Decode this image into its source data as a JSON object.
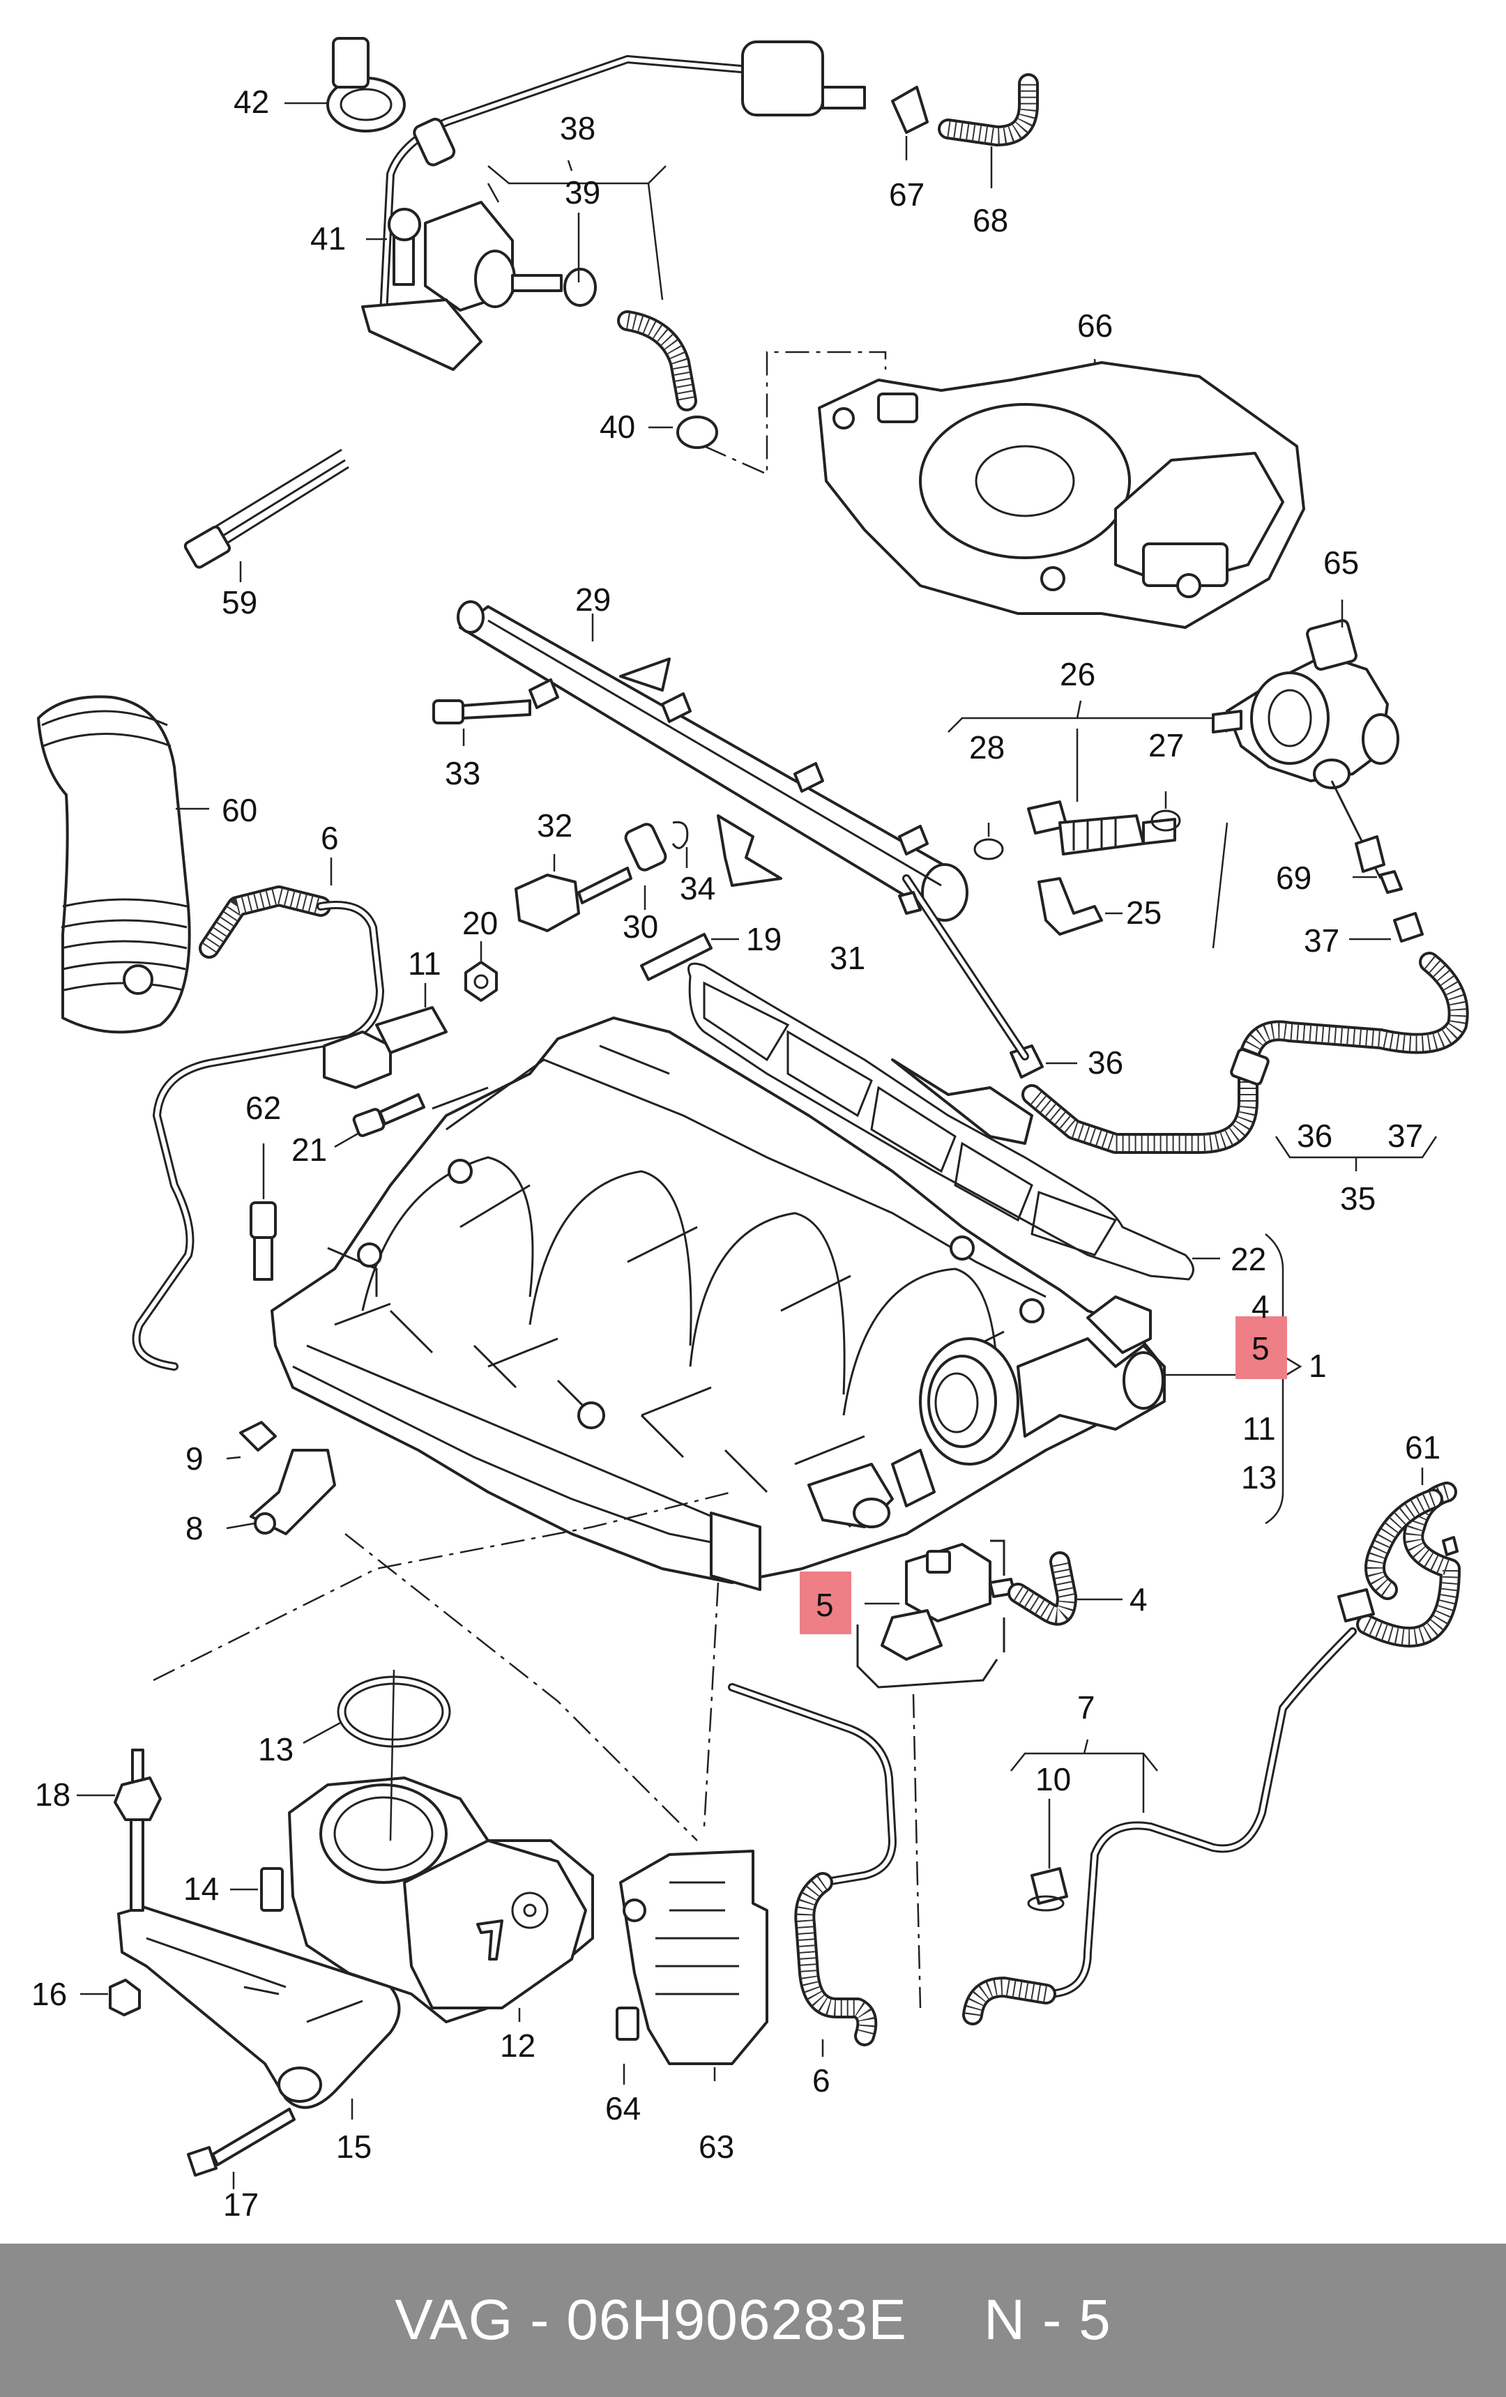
{
  "footer": {
    "text": "VAG - 06H906283E",
    "page": "N - 5"
  },
  "callouts": [
    {
      "id": "c42",
      "text": "42"
    },
    {
      "id": "c38",
      "text": "38"
    },
    {
      "id": "c39",
      "text": "39"
    },
    {
      "id": "c41",
      "text": "41"
    },
    {
      "id": "c40",
      "text": "40"
    },
    {
      "id": "c67",
      "text": "67"
    },
    {
      "id": "c68",
      "text": "68"
    },
    {
      "id": "c66",
      "text": "66"
    },
    {
      "id": "c59",
      "text": "59"
    },
    {
      "id": "c29",
      "text": "29"
    },
    {
      "id": "c65",
      "text": "65"
    },
    {
      "id": "c26",
      "text": "26"
    },
    {
      "id": "c28",
      "text": "28"
    },
    {
      "id": "c27",
      "text": "27"
    },
    {
      "id": "c33",
      "text": "33"
    },
    {
      "id": "c60",
      "text": "60"
    },
    {
      "id": "c6a",
      "text": "6"
    },
    {
      "id": "c32",
      "text": "32"
    },
    {
      "id": "c34",
      "text": "34"
    },
    {
      "id": "c30",
      "text": "30"
    },
    {
      "id": "c20",
      "text": "20"
    },
    {
      "id": "c19",
      "text": "19"
    },
    {
      "id": "c31",
      "text": "31"
    },
    {
      "id": "c25",
      "text": "25"
    },
    {
      "id": "c69",
      "text": "69"
    },
    {
      "id": "c37a",
      "text": "37"
    },
    {
      "id": "c11a",
      "text": "11"
    },
    {
      "id": "c36a",
      "text": "36"
    },
    {
      "id": "c36b",
      "text": "36"
    },
    {
      "id": "c37b",
      "text": "37"
    },
    {
      "id": "c35",
      "text": "35"
    },
    {
      "id": "c62",
      "text": "62"
    },
    {
      "id": "c21",
      "text": "21"
    },
    {
      "id": "c22",
      "text": "22"
    },
    {
      "id": "c4a",
      "text": "4"
    },
    {
      "id": "c5a",
      "text": "5"
    },
    {
      "id": "c1",
      "text": "1"
    },
    {
      "id": "c11b",
      "text": "11"
    },
    {
      "id": "c13a",
      "text": "13"
    },
    {
      "id": "c9",
      "text": "9"
    },
    {
      "id": "c8",
      "text": "8"
    },
    {
      "id": "c61",
      "text": "61"
    },
    {
      "id": "c5b",
      "text": "5"
    },
    {
      "id": "c4b",
      "text": "4"
    },
    {
      "id": "c7",
      "text": "7"
    },
    {
      "id": "c10",
      "text": "10"
    },
    {
      "id": "c13b",
      "text": "13"
    },
    {
      "id": "c18",
      "text": "18"
    },
    {
      "id": "c14",
      "text": "14"
    },
    {
      "id": "c16",
      "text": "16"
    },
    {
      "id": "c12",
      "text": "12"
    },
    {
      "id": "c6b",
      "text": "6"
    },
    {
      "id": "c64",
      "text": "64"
    },
    {
      "id": "c63",
      "text": "63"
    },
    {
      "id": "c15",
      "text": "15"
    },
    {
      "id": "c17",
      "text": "17"
    }
  ],
  "colors": {
    "highlight": "#ee7f86",
    "footer_bg": "#8c8c8c",
    "footer_text": "#ffffff",
    "line": "#222222"
  },
  "icons": [
    "intake-manifold",
    "throttle-body",
    "fuel-rail",
    "injector",
    "high-pressure-pump",
    "oil-separator-cover",
    "air-hose",
    "vacuum-hose",
    "solenoid-valve",
    "bracket",
    "bolt",
    "clip"
  ]
}
